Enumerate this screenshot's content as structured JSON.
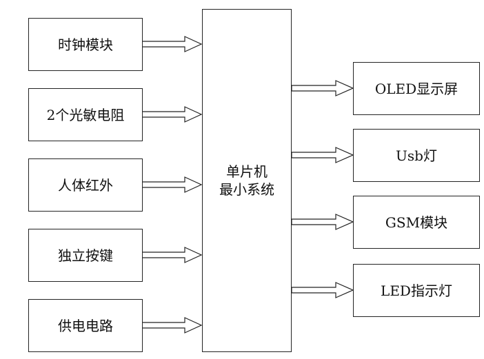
{
  "inputs": [
    {
      "label": "时钟模块"
    },
    {
      "label": "2个光敏电阻"
    },
    {
      "label": "人体红外"
    },
    {
      "label": "独立按键"
    },
    {
      "label": "供电电路"
    }
  ],
  "mcu": {
    "line1": "单片机",
    "line2": "最小系统"
  },
  "outputs": [
    {
      "label": "OLED显示屏"
    },
    {
      "label": "Usb灯"
    },
    {
      "label": "GSM模块"
    },
    {
      "label": "LED指示灯"
    }
  ]
}
